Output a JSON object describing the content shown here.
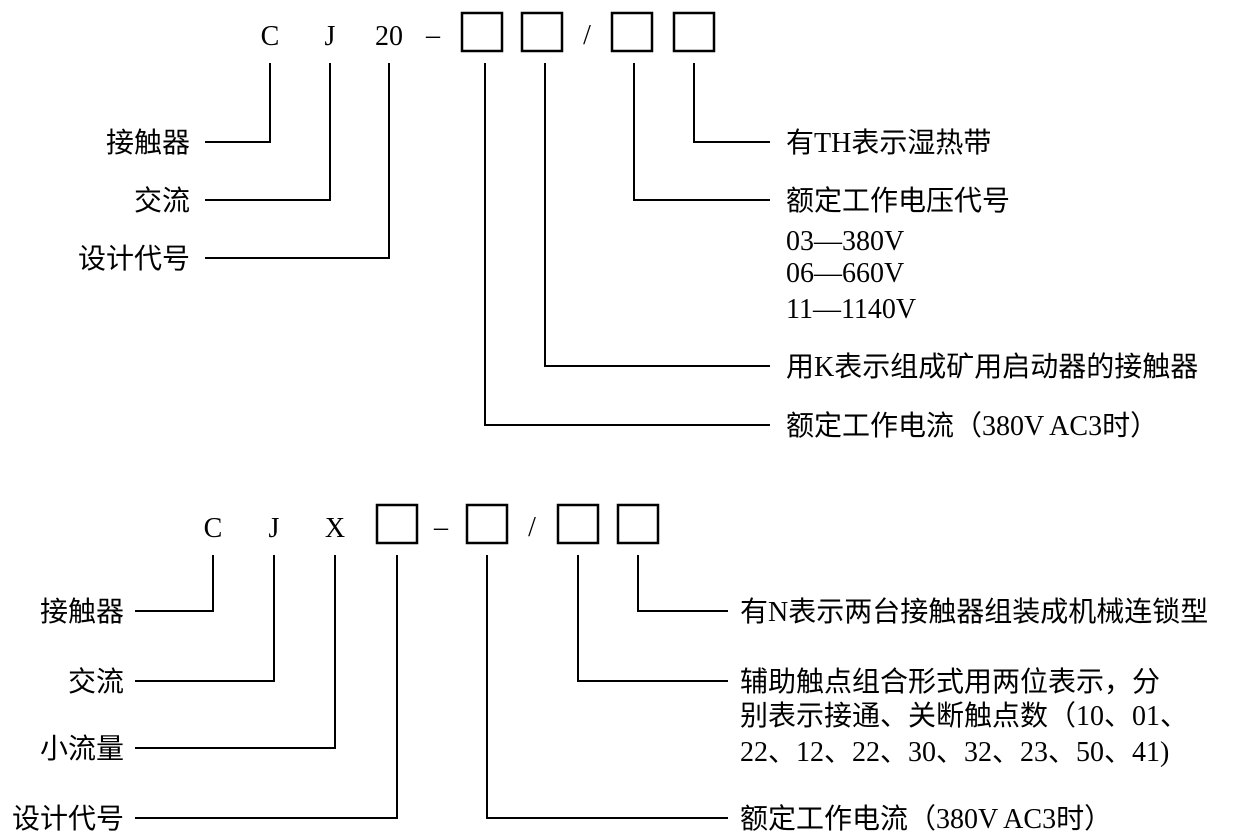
{
  "diagram1": {
    "code": {
      "c": "C",
      "j": "J",
      "num": "20",
      "dash": "–",
      "slash": "/"
    },
    "left_labels": [
      "接触器",
      "交流",
      "设计代号"
    ],
    "right_labels": {
      "humid": "有TH表示湿热带",
      "voltage_title": "额定工作电压代号",
      "voltage_codes": [
        "03—380V",
        "06—660V",
        "11—1140V"
      ],
      "mine": "用K表示组成矿用启动器的接触器",
      "current": "额定工作电流（380V AC3时）"
    }
  },
  "diagram2": {
    "code": {
      "c": "C",
      "j": "J",
      "x": "X",
      "dash": "–",
      "slash": "/"
    },
    "left_labels": [
      "接触器",
      "交流",
      "小流量",
      "设计代号"
    ],
    "right_labels": {
      "interlock": "有N表示两台接触器组装成机械连锁型",
      "aux_lines": [
        "辅助触点组合形式用两位表示，分",
        "别表示接通、关断触点数（10、01、",
        "22、12、22、30、32、23、50、41)"
      ],
      "current": "额定工作电流（380V AC3时）"
    }
  }
}
